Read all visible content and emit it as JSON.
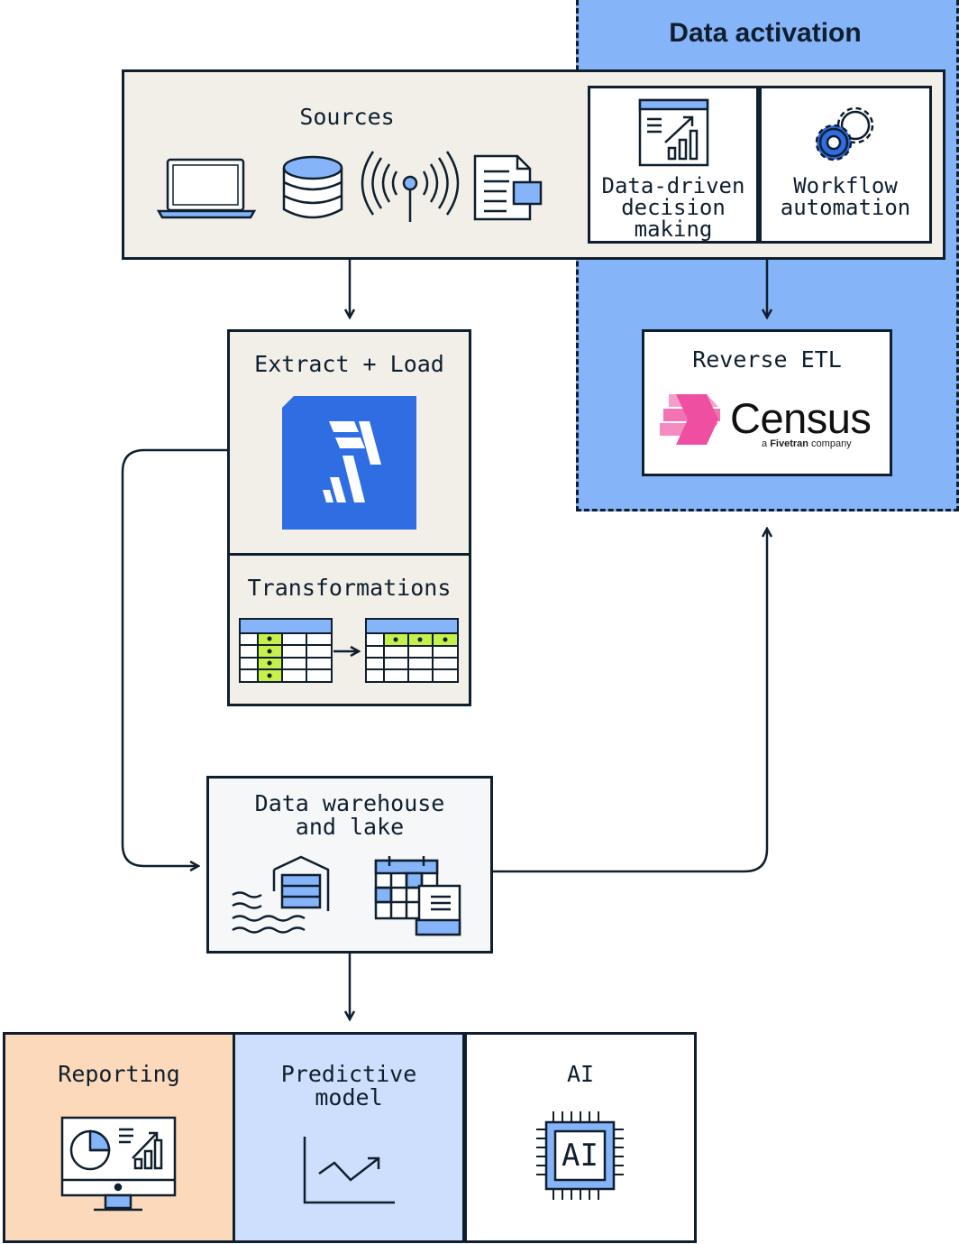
{
  "data_activation": {
    "title": "Data activation",
    "data_driven": "Data-driven\ndecision\nmaking",
    "workflow": "Workflow\nautomation",
    "reverse_etl": {
      "title": "Reverse ETL",
      "logo_text": "Census",
      "tagline_prefix": "a",
      "tagline_brand": "Fivetran",
      "tagline_suffix": "company"
    }
  },
  "sources": {
    "title": "Sources"
  },
  "extract_load": {
    "title": "Extract + Load"
  },
  "transformations": {
    "title": "Transformations"
  },
  "warehouse": {
    "title": "Data warehouse\nand lake"
  },
  "outputs": {
    "reporting": "Reporting",
    "predictive": "Predictive\nmodel",
    "ai": "AI",
    "ai_chip_text": "AI"
  },
  "colors": {
    "ink": "#0f1f2e",
    "activation_blue": "#86b4f9",
    "source_beige": "#f2efe9",
    "fivetran_blue": "#2f6de3",
    "census_pink": "#ef4fa0",
    "reporting_peach": "#fcd9ba",
    "predictive_blue": "#cddffc",
    "highlight_green": "#c6f04a"
  }
}
